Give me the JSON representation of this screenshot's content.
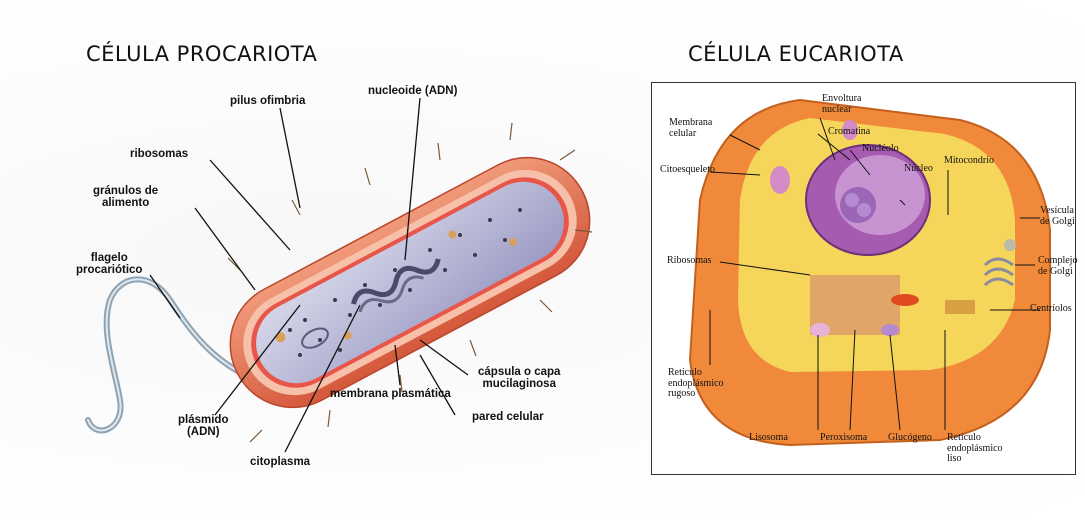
{
  "titles": {
    "prokaryote": "CÉLULA PROCARIOTA",
    "eukaryote": "CÉLULA EUCARIOTA"
  },
  "prokaryote_labels": {
    "pilus": "pilus ofimbria",
    "nucleoid": "nucleoide (ADN)",
    "ribosomes": "ribosomas",
    "granules_1": "gránulos de",
    "granules_2": "alimento",
    "flagellum_1": "flagelo",
    "flagellum_2": "procariótico",
    "capsule_1": "cápsula o capa",
    "capsule_2": "mucilaginosa",
    "plasma_membrane": "membrana plasmática",
    "cell_wall": "pared celular",
    "plasmid_1": "plásmido",
    "plasmid_2": "(ADN)",
    "cytoplasm": "citoplasma"
  },
  "eukaryote_labels": {
    "membrane_1": "Membrana",
    "membrane_2": "celular",
    "envelope_1": "Envoltura",
    "envelope_2": "nuclear",
    "chromatin": "Cromatina",
    "nucleolus": "Nucléolo",
    "cytoskeleton": "Citoesqueleto",
    "mitochondrion": "Mitocondrio",
    "nucleus": "Núcleo",
    "vesicle_1": "Vesícula",
    "vesicle_2": "de Golgi",
    "ribosomes": "Ribosomas",
    "golgi_1": "Complejo",
    "golgi_2": "de Golgi",
    "centrioles": "Centríolos",
    "rough_er_1": "Retículo",
    "rough_er_2": "endoplásmico",
    "rough_er_3": "rugoso",
    "lysosome": "Lisosoma",
    "peroxisome": "Peroxisoma",
    "glycogen": "Glucógeno",
    "smooth_er_1": "Retículo",
    "smooth_er_2": "endoplásmico",
    "smooth_er_3": "liso"
  },
  "colors": {
    "capsule": "#e8795a",
    "wall": "#f3b39a",
    "cytoplasm": "#c8c8e0",
    "eu_cell": "#f08a3a",
    "eu_cyto": "#f5d55a",
    "eu_nucleus": "#a45bb0"
  }
}
